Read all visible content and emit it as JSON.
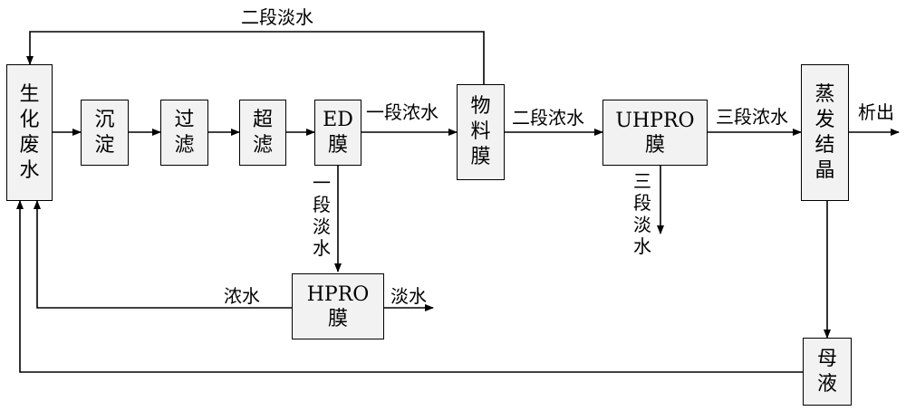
{
  "nodes": {
    "biochem_wastewater": "生化废水",
    "sedimentation": "沉淀",
    "filtration": "过滤",
    "ultrafiltration": "超滤",
    "ed_membrane": "ED膜",
    "material_membrane": "物料膜",
    "uhpro_line1": "UHPRO",
    "uhpro_line2": "膜",
    "evaporation_crystallization": "蒸发结晶",
    "hpro_line1": "HPRO",
    "hpro_line2": "膜",
    "mother_liquor": "母液"
  },
  "edges": {
    "stage2_fresh_water": "二段淡水",
    "stage1_concentrate": "一段浓水",
    "stage2_concentrate": "二段浓水",
    "stage3_concentrate": "三段浓水",
    "precipitate": "析出",
    "stage1_fresh_water": "一段淡水",
    "stage3_fresh_water": "三段淡水",
    "concentrate": "浓水",
    "fresh_water": "淡水"
  }
}
